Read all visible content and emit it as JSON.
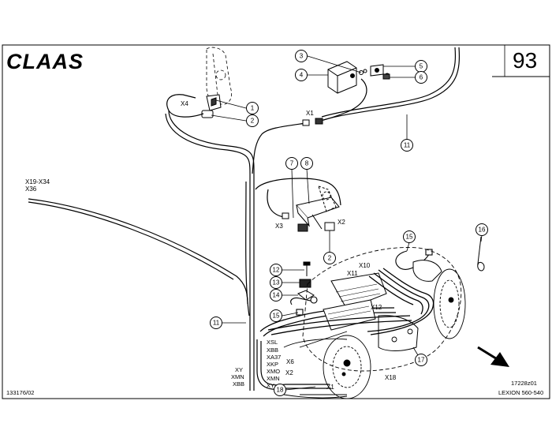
{
  "header": {
    "logo": "CLAAS",
    "page_number": "93"
  },
  "footer": {
    "doc_number": "133176/02",
    "drawing_id": "17228z01",
    "model": "LEXION 560-540"
  },
  "callouts": [
    "1",
    "2",
    "3",
    "4",
    "5",
    "6",
    "7",
    "8",
    "2",
    "11",
    "12",
    "13",
    "14",
    "15",
    "15",
    "16",
    "17",
    "18",
    "11"
  ],
  "connectors": {
    "x4": "X4",
    "x1": "X1",
    "x3": "X3",
    "x2": "X2",
    "x19_x34": "X19-X34",
    "x36": "X36",
    "x10": "X10",
    "x11": "X11",
    "x12": "X12",
    "x18": "X18",
    "x6": "X6",
    "x2b": "X2",
    "x1b": "X1"
  },
  "wire_labels_center": [
    "XSL",
    "XBB",
    "XA37",
    "XKP",
    "XMO",
    "XMN",
    "XY"
  ],
  "wire_labels_left": [
    "XY",
    "XMN",
    "XBB"
  ],
  "colors": {
    "line": "#000000",
    "background": "#ffffff"
  }
}
